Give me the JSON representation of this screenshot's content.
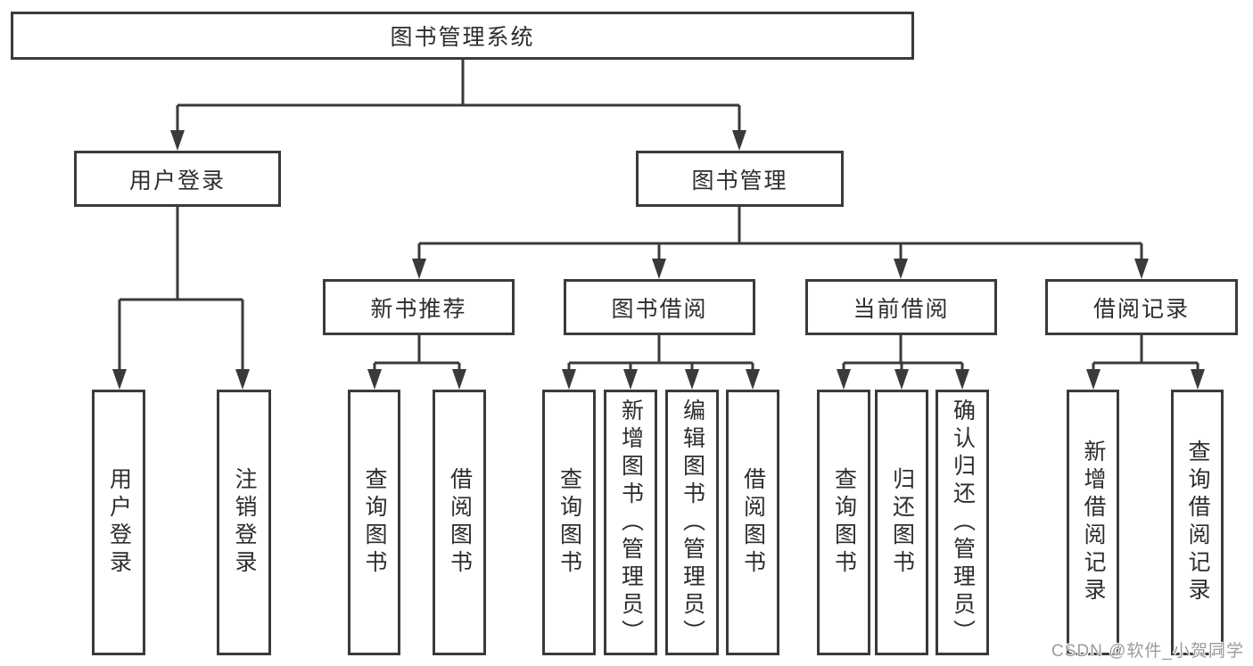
{
  "diagram": {
    "title": "图书管理系统",
    "tree": {
      "root": {
        "label": "图书管理系统"
      },
      "branches": [
        {
          "label": "用户登录",
          "children": [
            "用户登录",
            "注销登录"
          ]
        },
        {
          "label": "图书管理",
          "groups": [
            {
              "label": "新书推荐",
              "children": [
                "查询图书",
                "借阅图书"
              ]
            },
            {
              "label": "图书借阅",
              "children": [
                "查询图书",
                "新增图书（管理员）",
                "编辑图书（管理员）",
                "借阅图书"
              ]
            },
            {
              "label": "当前借阅",
              "children": [
                "查询图书",
                "归还图书",
                "确认归还（管理员）"
              ]
            },
            {
              "label": "借阅记录",
              "children": [
                "新增借阅记录",
                "查询借阅记录"
              ]
            }
          ]
        }
      ]
    },
    "colors": {
      "line": "#3a3a3a",
      "text": "#2d2d2d",
      "box_background": "#ffffff",
      "page_background": "#ffffff",
      "watermark": "#9b9b9b"
    }
  },
  "watermark": {
    "text": "CSDN @软件_小贺同学"
  }
}
